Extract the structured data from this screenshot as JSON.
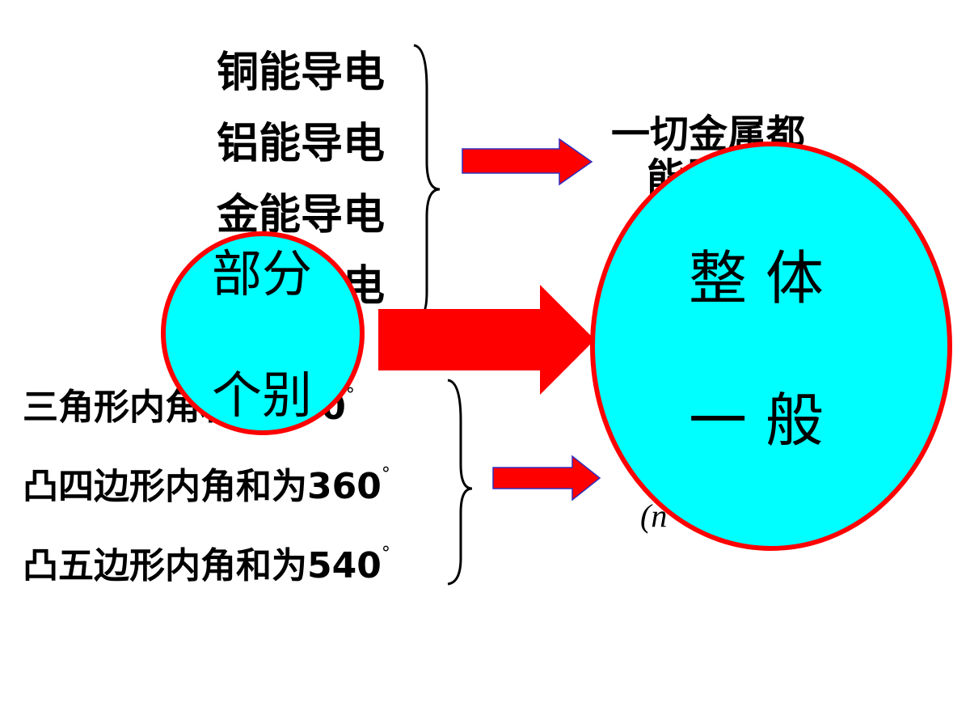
{
  "metals": {
    "lines": [
      "铜能导电",
      "铝能导电",
      "金能导电",
      "银能导电"
    ],
    "conclusion_line1": "一切金属都",
    "conclusion_line2": "能导电"
  },
  "polygons": {
    "lines": [
      "三角形内角和为180",
      "凸四边形内角和为360",
      "凸五边形内角和为540"
    ],
    "degree_symbol": "°",
    "conclusion_hint": "(n"
  },
  "small_circle": {
    "top_label": "部分",
    "bottom_label": "个别"
  },
  "big_circle": {
    "top_label": "整 体",
    "bottom_label": "一 般"
  },
  "colors": {
    "circle_fill": "#00FFFF",
    "circle_stroke": "#FF0000",
    "arrow": "#FF0000"
  }
}
